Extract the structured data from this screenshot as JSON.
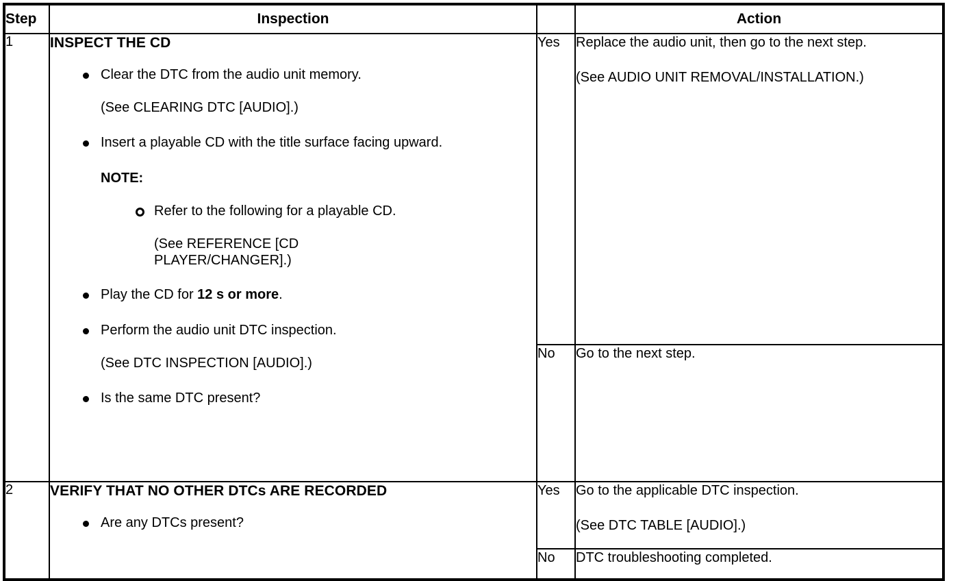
{
  "table": {
    "headers": {
      "step": "Step",
      "inspection": "Inspection",
      "yesno": "",
      "action": "Action"
    },
    "rows": [
      {
        "step": "1",
        "inspection": {
          "title": "INSPECT THE CD",
          "items": [
            {
              "kind": "bullet",
              "text": "Clear the DTC from the audio unit memory."
            },
            {
              "kind": "cont",
              "text": "(See CLEARING DTC [AUDIO].)"
            },
            {
              "kind": "bullet",
              "text": "Insert a playable CD with the title surface facing upward."
            },
            {
              "kind": "note",
              "text": "NOTE:"
            },
            {
              "kind": "subbullet",
              "text": "Refer to the following for a playable CD."
            },
            {
              "kind": "subcont",
              "text": "(See REFERENCE [CD PLAYER/CHANGER].)"
            },
            {
              "kind": "bullet",
              "text_pre": "Play the CD for ",
              "text_bold": "12 s or more",
              "text_post": "."
            },
            {
              "kind": "bullet",
              "text": "Perform the audio unit DTC inspection."
            },
            {
              "kind": "cont",
              "text": "(See DTC INSPECTION [AUDIO].)"
            },
            {
              "kind": "bullet",
              "text": "Is the same DTC present?"
            }
          ]
        },
        "results": [
          {
            "label": "Yes",
            "lines": [
              "Replace the audio unit, then go to the next step.",
              "(See AUDIO UNIT REMOVAL/INSTALLATION.)"
            ]
          },
          {
            "label": "No",
            "lines": [
              "Go to the next step."
            ]
          }
        ]
      },
      {
        "step": "2",
        "inspection": {
          "title": "VERIFY THAT NO OTHER DTCs ARE RECORDED",
          "items": [
            {
              "kind": "bullet",
              "text": "Are any DTCs present?"
            }
          ]
        },
        "results": [
          {
            "label": "Yes",
            "lines": [
              "Go to the applicable DTC inspection.",
              "(See DTC TABLE [AUDIO].)"
            ]
          },
          {
            "label": "No",
            "lines": [
              "DTC troubleshooting completed."
            ]
          }
        ]
      }
    ]
  },
  "colors": {
    "ink": "#000000",
    "paper": "#ffffff"
  }
}
